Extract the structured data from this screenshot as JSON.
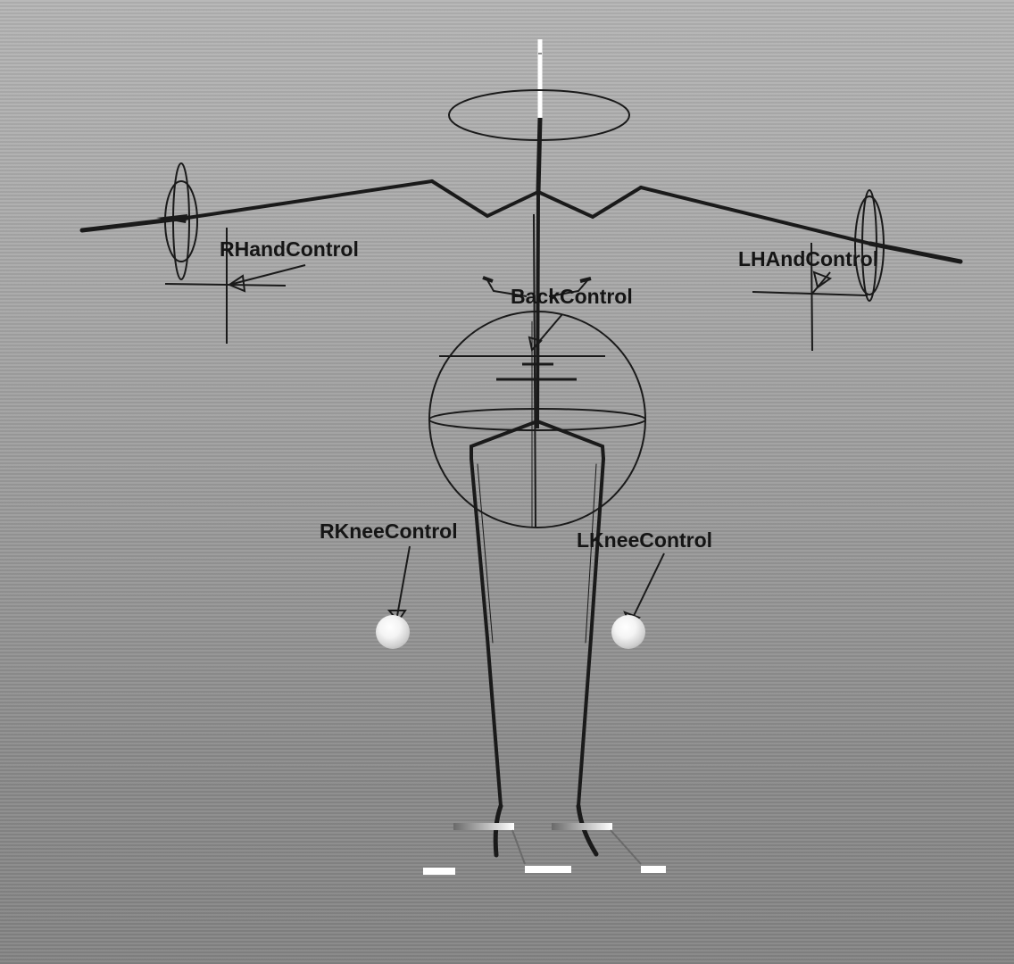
{
  "viewport": {
    "background_top": "#b4b4b4",
    "background_bottom": "#848484",
    "joint_color": "#1a1a1a",
    "highlight_color": "#ffffff"
  },
  "controls": {
    "right_hand": "RHandControl",
    "left_hand": "LHAndControl",
    "back": "BackControl",
    "right_knee": "RKneeControl",
    "left_knee": "LKneeControl"
  }
}
